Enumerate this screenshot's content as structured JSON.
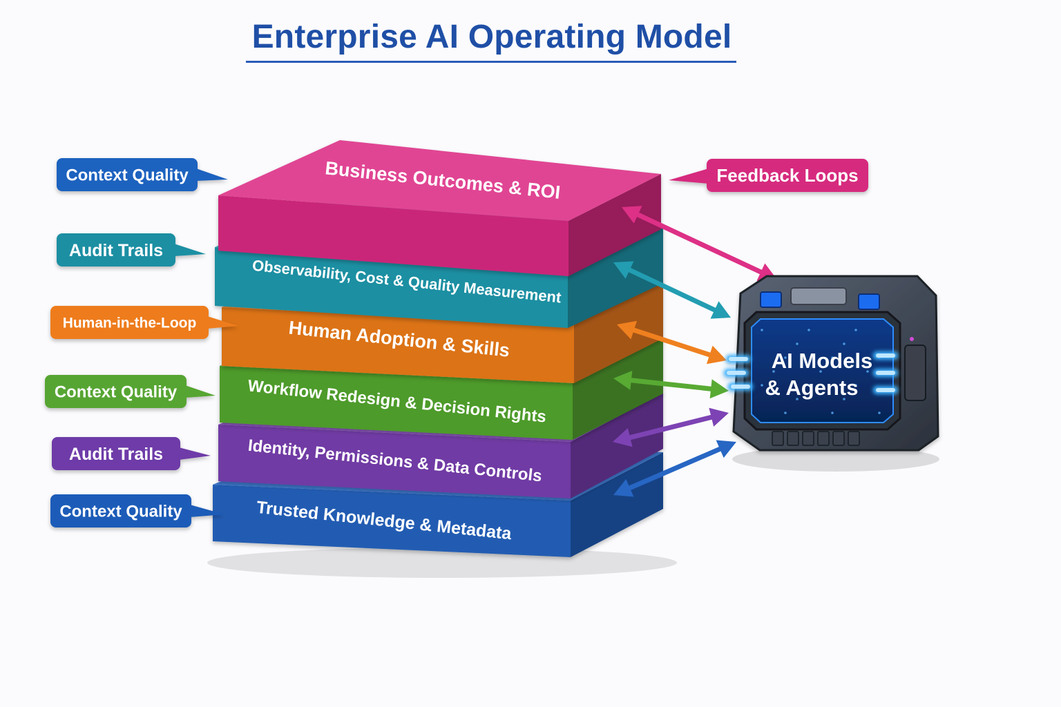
{
  "title": "Enterprise AI Operating Model",
  "layers": [
    {
      "label": "Business Outcomes & ROI",
      "color": "#dc2c84"
    },
    {
      "label": "Observability, Cost & Quality Measurement",
      "color": "#1f9bb0"
    },
    {
      "label": "Human Adoption & Skills",
      "color": "#ef7d1a"
    },
    {
      "label": "Workflow Redesign & Decision Rights",
      "color": "#55a82f"
    },
    {
      "label": "Identity, Permissions & Data Controls",
      "color": "#7a3fb2"
    },
    {
      "label": "Trusted Knowledge & Metadata",
      "color": "#2363c2"
    }
  ],
  "left_tags": [
    {
      "label": "Context Quality",
      "color": "#1f62bf"
    },
    {
      "label": "Audit Trails",
      "color": "#1f8fa3"
    },
    {
      "label": "Human-in-the-Loop",
      "color": "#ee7b1b"
    },
    {
      "label": "Context Quality",
      "color": "#57a532"
    },
    {
      "label": "Audit Trails",
      "color": "#6e3aa8"
    },
    {
      "label": "Context Quality",
      "color": "#1f5cb8"
    }
  ],
  "right_tag": {
    "label": "Feedback Loops",
    "color": "#d62a7e"
  },
  "ai_box": {
    "line1": "AI Models",
    "line2": "& Agents"
  }
}
